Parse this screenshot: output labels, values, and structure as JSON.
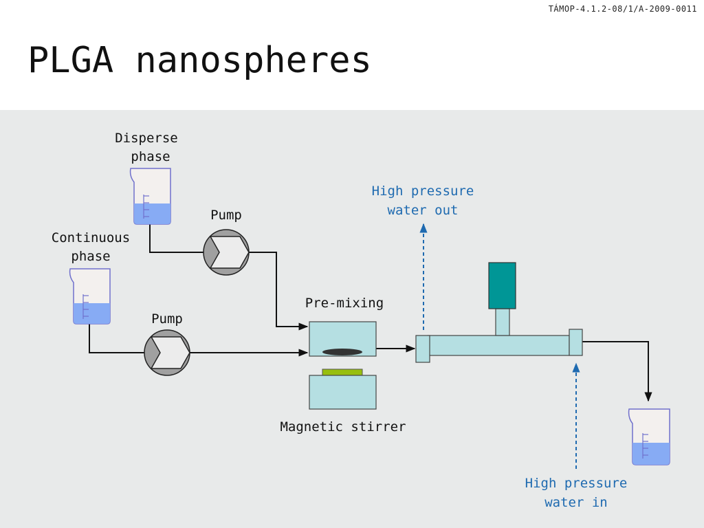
{
  "header": {
    "project_code": "TÁMOP-4.1.2-08/1/A-2009-0011",
    "title": "PLGA nanospheres"
  },
  "diagram": {
    "disperse_phase": [
      "Disperse",
      "phase"
    ],
    "continuous_phase": [
      "Continuous",
      "phase"
    ],
    "pump_top": "Pump",
    "pump_bottom": "Pump",
    "pre_mixing": "Pre-mixing",
    "magnetic_stirrer": "Magnetic stirrer",
    "water_out": [
      "High pressure",
      "water out"
    ],
    "water_in": [
      "High pressure",
      "water in"
    ]
  },
  "colors": {
    "panel": "#e8eaea",
    "liquid": "#87abf4",
    "vessel": "#b5dfe2",
    "motor": "#009696",
    "pad": "#97bf0e",
    "flow_arrow": "#1e6ab0",
    "pump": "#a0a0a0"
  }
}
